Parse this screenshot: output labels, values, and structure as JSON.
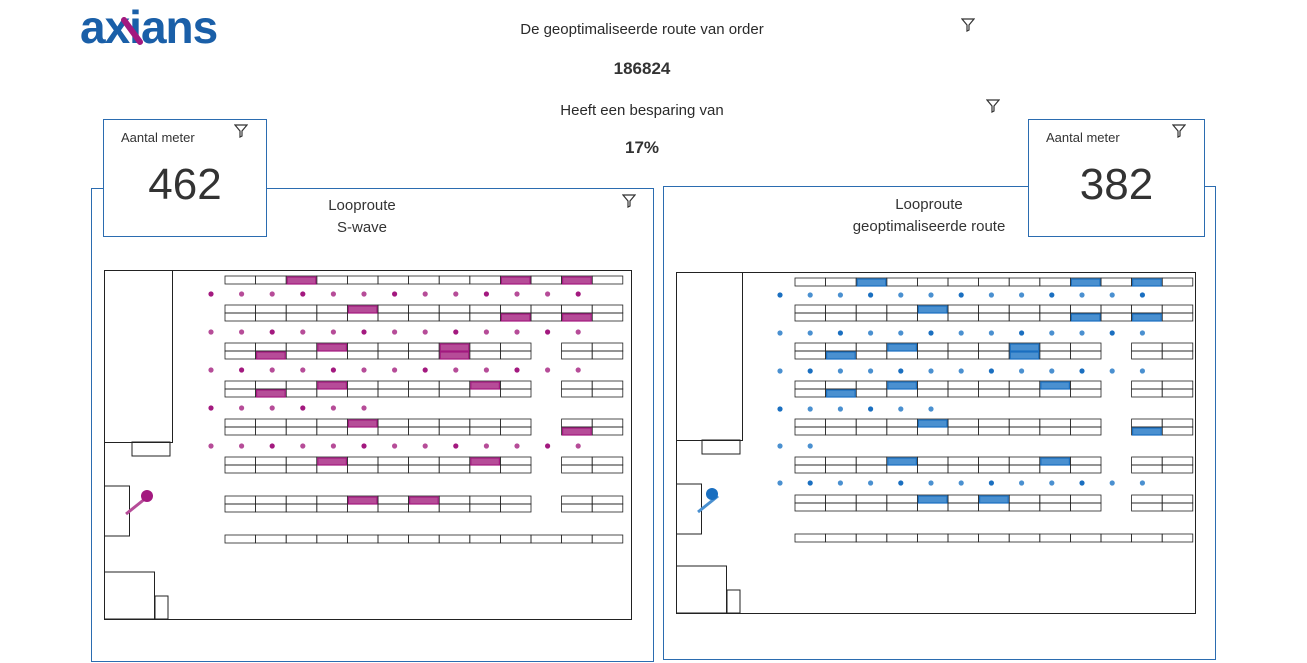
{
  "header": {
    "logo_text": "axians",
    "title": "De geoptimaliseerde route van order",
    "order_number": "186824",
    "savings_label": "Heeft een besparing van",
    "savings_value": "17%"
  },
  "left": {
    "kpi_label": "Aantal meter",
    "kpi_value": "462",
    "title_line1": "Looproute",
    "title_line2": "S-wave"
  },
  "right": {
    "kpi_label": "Aantal meter",
    "kpi_value": "382",
    "title_line1": "Looproute",
    "title_line2": "geoptimaliseerde route"
  },
  "colors": {
    "brand_blue": "#1a5fa8",
    "brand_magenta": "#a3197f",
    "panel_border": "#2b6cb0",
    "swave_highlight": "#a3197f",
    "optimized_highlight": "#3a86c8"
  },
  "icons": [
    "filter-icon",
    "filter-icon",
    "filter-icon",
    "filter-icon",
    "filter-icon"
  ]
}
